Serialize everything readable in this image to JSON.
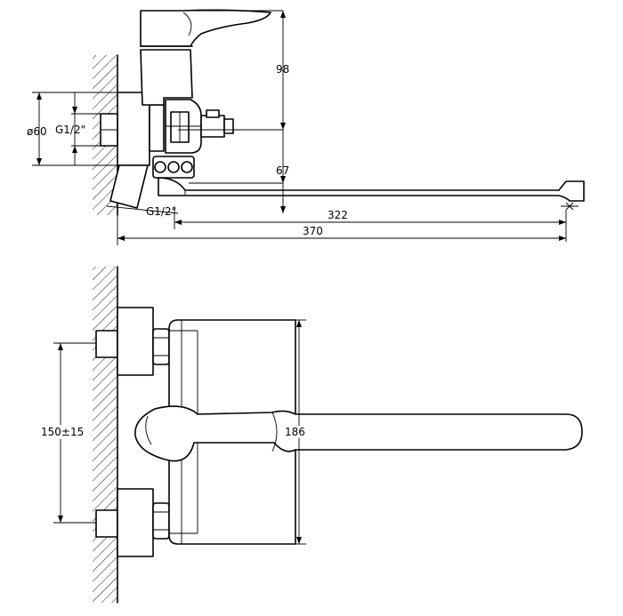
{
  "drawing": {
    "dimensions": {
      "height_top": "98",
      "height_spout": "67",
      "spout_reach": "322",
      "overall_length": "370",
      "diameter": "ø60",
      "thread_inlet": "G1/2\"",
      "thread_outlet": "G1/2\"",
      "inlet_spacing": "150±15",
      "body_width": "186"
    }
  }
}
